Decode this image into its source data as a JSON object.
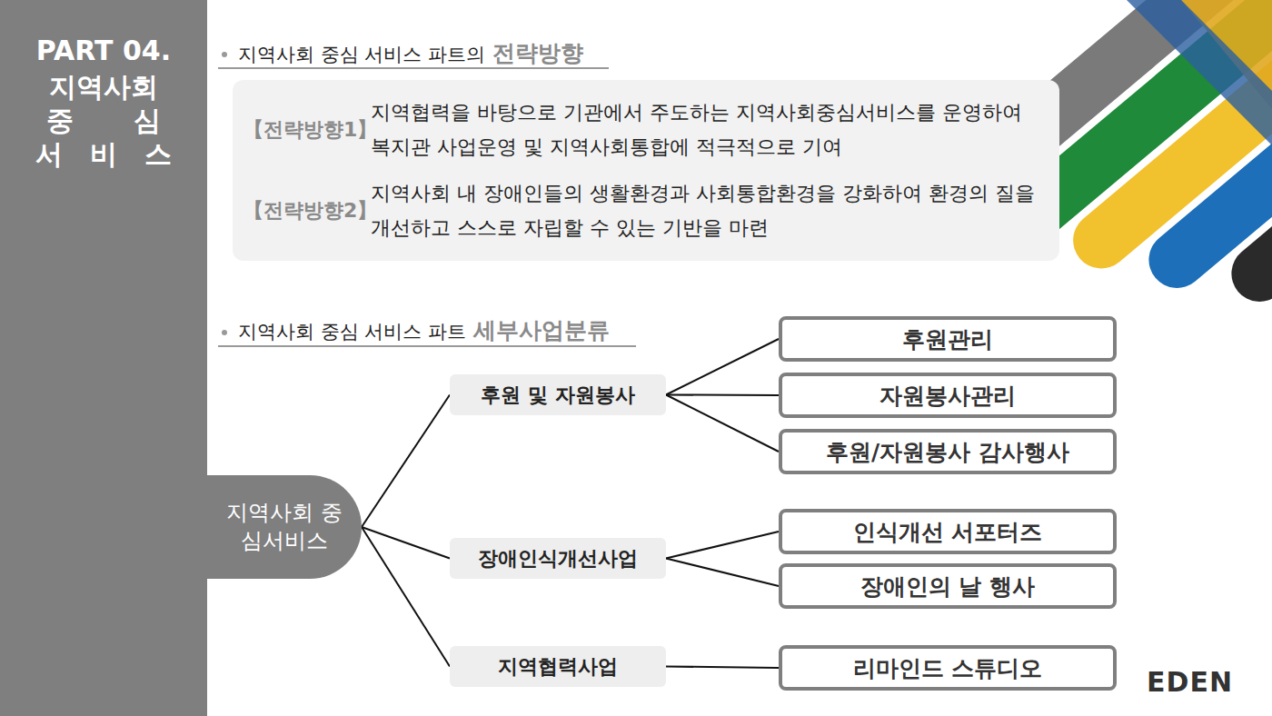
{
  "diagram": {
    "nodes": [
      {
        "text": [
          "【전략방향1】",
          "지역협력을 바탕으로 기관에서 주도하는 지역사회중심서비스를 운영하여 복지관 사업운영 및 지역사회통합에 적극적으로 기여",
          "【전략방향2】",
          "지역사회 내 장애인들의 생활환경과 사회통합환경을 강화하여 환경의 질을 개선하고 스스로 자립할 수 있는 기반을 마련"
        ]
      },
      {
        "text": [
          "지역사회 중심서비스"
        ]
      },
      {
        "text": [
          "후원 및 자원봉사"
        ]
      },
      {
        "text": [
          "후원관리"
        ]
      },
      {
        "text": [
          "자원봉사관리"
        ]
      },
      {
        "text": [
          "후원/자원봉사 감사행사"
        ]
      },
      {
        "text": [
          "장애인식개선사업"
        ]
      },
      {
        "text": [
          "인식개선 서포터즈"
        ]
      },
      {
        "text": [
          "장애인의 날 행사"
        ]
      },
      {
        "text": [
          "지역협력사업"
        ]
      },
      {
        "text": [
          "리마인드 스튜디오"
        ]
      }
    ],
    "edges": [
      {
        "from": 1,
        "to": 2,
        "arrow": "none"
      },
      {
        "from": 1,
        "to": 6,
        "arrow": "none"
      },
      {
        "from": 1,
        "to": 9,
        "arrow": "none"
      },
      {
        "from": 2,
        "to": 3,
        "arrow": "none"
      },
      {
        "from": 2,
        "to": 4,
        "arrow": "none"
      },
      {
        "from": 2,
        "to": 5,
        "arrow": "none"
      },
      {
        "from": 6,
        "to": 7,
        "arrow": "none"
      },
      {
        "from": 6,
        "to": 8,
        "arrow": "none"
      },
      {
        "from": 9,
        "to": 10,
        "arrow": "none"
      }
    ],
    "labels": [
      "PART 04.",
      "지역사회",
      "중 심",
      "서 비 스",
      "지역사회 중심 서비스 파트의",
      "전략방향",
      "지역사회 중심 서비스 파트",
      "세부사업분류",
      "EDEN"
    ]
  }
}
